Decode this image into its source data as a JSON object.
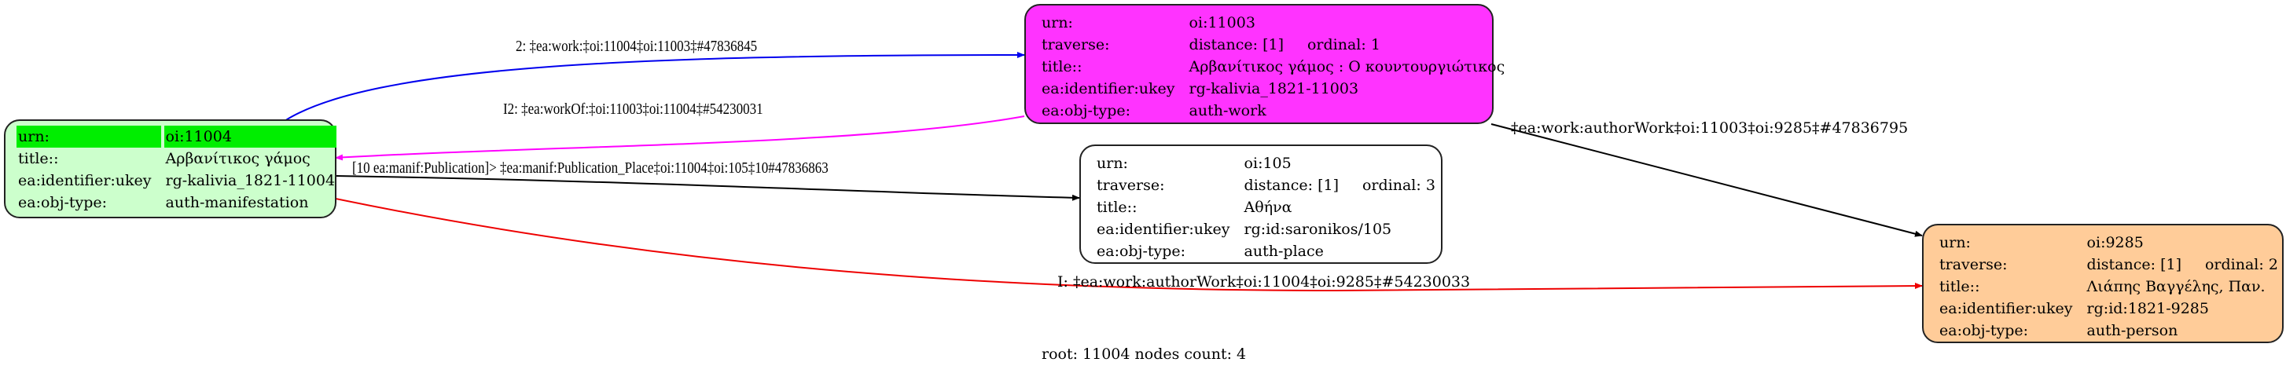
{
  "graph": {
    "footer": "root: 11004 nodes count: 4",
    "colors": {
      "root_bg": "#ccffcc",
      "root_highlight": "#00ee00",
      "work_bg": "#ff33ff",
      "place_bg": "#ffffff",
      "person_bg": "#ffcc99",
      "edge_work": "#0000ee",
      "edge_workOf": "#ff00ff",
      "edge_place": "#000000",
      "edge_author_direct": "#ee0000",
      "edge_author_indirect": "#000000"
    },
    "nodes": {
      "root": {
        "rows": [
          {
            "key": "urn:",
            "value": "oi:11004"
          },
          {
            "key": "title::",
            "value": "Αρβανίτικος γάμος"
          },
          {
            "key": "ea:identifier:ukey",
            "value": "rg-kalivia_1821-11004"
          },
          {
            "key": "ea:obj-type:",
            "value": "auth-manifestation"
          }
        ]
      },
      "work": {
        "rows": [
          {
            "key": "urn:",
            "value": "oi:11003"
          },
          {
            "key": "traverse:",
            "value": "distance: [1]",
            "extra": "ordinal: 1"
          },
          {
            "key": "title::",
            "value": "Αρβανίτικος γάμος : Ο κουντουργιώτικος"
          },
          {
            "key": "ea:identifier:ukey",
            "value": "rg-kalivia_1821-11003"
          },
          {
            "key": "ea:obj-type:",
            "value": "auth-work"
          }
        ]
      },
      "place": {
        "rows": [
          {
            "key": "urn:",
            "value": "oi:105"
          },
          {
            "key": "traverse:",
            "value": "distance: [1]",
            "extra": "ordinal: 3"
          },
          {
            "key": "title::",
            "value": "Αθήνα"
          },
          {
            "key": "ea:identifier:ukey",
            "value": "rg:id:saronikos/105"
          },
          {
            "key": "ea:obj-type:",
            "value": "auth-place"
          }
        ]
      },
      "person": {
        "rows": [
          {
            "key": "urn:",
            "value": "oi:9285"
          },
          {
            "key": "traverse:",
            "value": "distance: [1]",
            "extra": "ordinal: 2"
          },
          {
            "key": "title::",
            "value": "Λιάπης Βαγγέλης, Παν."
          },
          {
            "key": "ea:identifier:ukey",
            "value": "rg:id:1821-9285"
          },
          {
            "key": "ea:obj-type:",
            "value": "auth-person"
          }
        ]
      }
    },
    "edges": {
      "work": "2: ‡ea:work:‡oi:11004‡oi:11003‡#47836845",
      "workOf": "I2: ‡ea:workOf:‡oi:11003‡oi:11004‡#54230031",
      "place": "[10 ea:manif:Publication]> ‡ea:manif:Publication_Place‡oi:11004‡oi:105‡10#47836863",
      "author_indirect": "‡ea:work:authorWork‡oi:11003‡oi:9285‡#47836795",
      "author_direct": "I: ‡ea:work:authorWork‡oi:11004‡oi:9285‡#54230033"
    }
  }
}
